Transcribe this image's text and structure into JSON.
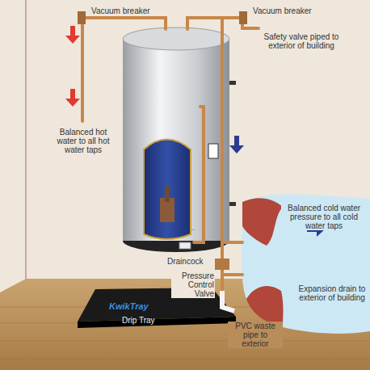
{
  "diagram": {
    "labels": [
      "Vacuum breaker",
      "Vacuum breaker",
      "Safety valve piped to exterior of building",
      "Balanced hot water to all hot water taps",
      "Balanced cold water pressure to all cold water taps",
      "Draincock",
      "Pressure Control Valve",
      "Expansion drain to exterior of building",
      "PVC waste pipe to exterior",
      "KwikTray",
      "Drip Tray"
    ]
  }
}
